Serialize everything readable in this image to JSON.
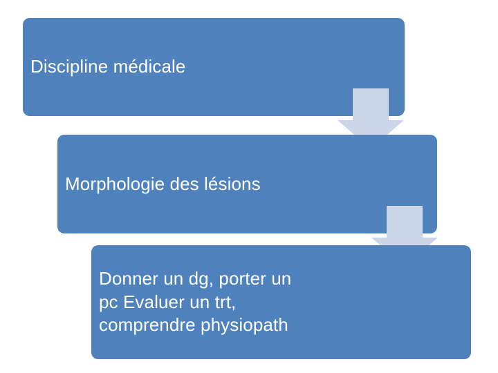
{
  "slide": {
    "background_color": "#FFFFFF",
    "box_fill_color": "#4F81BD",
    "box_text_color": "#FFFFFF",
    "arrow_fill_color": "#CBD5E8"
  },
  "diagram": {
    "type": "vertical-process-flow",
    "steps": [
      {
        "id": "step-1",
        "label": "Discipline médicale"
      },
      {
        "id": "step-2",
        "label": "Morphologie des lésions"
      },
      {
        "id": "step-3",
        "label": "Donner un dg, porter un\npc Evaluer un trt,\ncomprendre physiopath"
      }
    ],
    "connectors": [
      {
        "id": "connector-1",
        "icon": "down-arrow-icon",
        "from": "step-1",
        "to": "step-2"
      },
      {
        "id": "connector-2",
        "icon": "down-arrow-icon",
        "from": "step-2",
        "to": "step-3"
      }
    ]
  }
}
